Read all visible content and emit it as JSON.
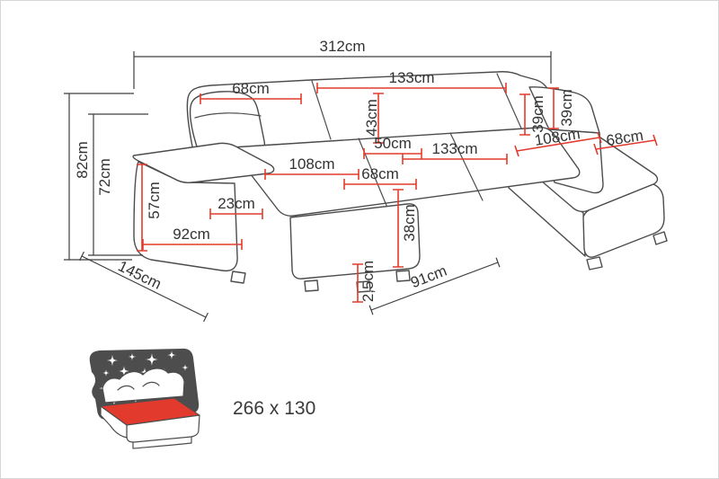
{
  "diagram": {
    "dimensions": {
      "total_width": "312cm",
      "back_cushion_right": "133cm",
      "back_cushion_left": "68cm",
      "backrest_height": "43cm",
      "right_arm_back_height": "39cm",
      "right_arm_front_height": "39cm",
      "seat_front_section": "50cm",
      "seat_cushion_right": "133cm",
      "right_chaise_length": "108cm",
      "right_arm_width": "68cm",
      "seat_cushion_left": "108cm",
      "seat_cushion_mid": "68cm",
      "total_height": "82cm",
      "arm_height": "72cm",
      "arm_front_height": "57cm",
      "armrest_top_width": "23cm",
      "left_arm_front_width": "92cm",
      "seat_height": "38cm",
      "leg_height": "2,5cm",
      "front_depth": "91cm",
      "left_section_depth": "145cm"
    },
    "sleeping_area_label": "266 x 130",
    "colors": {
      "dimension_line_red": "#e23b2d",
      "extent_line_dark": "#3d3d3d",
      "sofa_outline": "#4c4c4c",
      "label_text": "#333333",
      "icon_background": "#4d4d4d",
      "mattress_highlight": "#e23b2d"
    }
  }
}
